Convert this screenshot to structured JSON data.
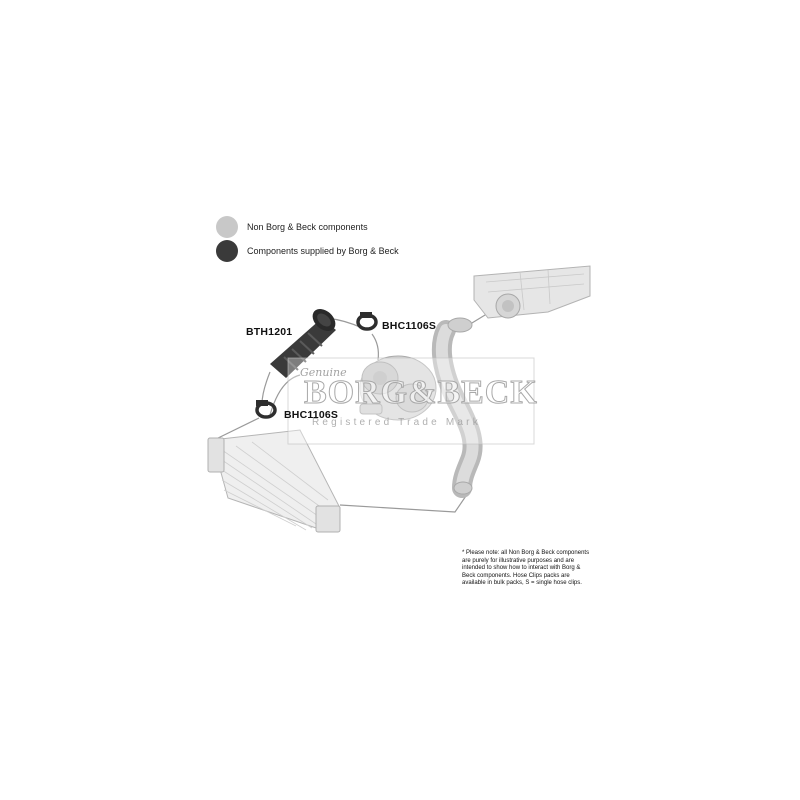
{
  "legend": {
    "non_borg_label": "Non Borg & Beck components",
    "borg_label": "Components supplied by Borg & Beck",
    "non_borg_color": "#c8c8c8",
    "borg_color": "#3a3a3a"
  },
  "parts": {
    "hose_label": "BTH1201",
    "clip_top_label": "BHC1106S",
    "clip_left_label": "BHC1106S"
  },
  "watermark": {
    "script": "Genuine",
    "brand": "BORG&BECK",
    "subtitle": "Registered Trade Mark"
  },
  "note": "* Please note: all Non Borg & Beck components are purely for illustrative purposes and are intended to show how to interact with Borg & Beck components. Hose Clips packs are available in bulk packs, S = single hose clips."
}
